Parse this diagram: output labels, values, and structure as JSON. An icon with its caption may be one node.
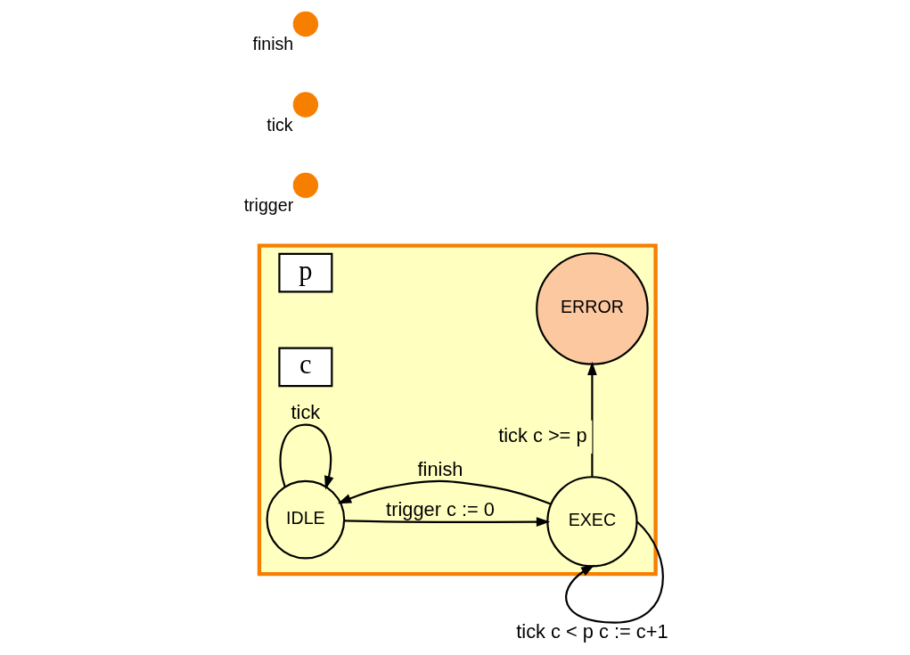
{
  "diagram": {
    "nodes": [
      {
        "text": [],
        "shape": "box"
      },
      {
        "text": [
          "p"
        ],
        "in": 0
      },
      {
        "text": [
          "c"
        ],
        "in": 0
      },
      {
        "text": [
          "ERROR"
        ],
        "in": 0
      },
      {
        "text": [
          "IDLE"
        ],
        "in": 0
      },
      {
        "text": [
          "EXEC"
        ],
        "in": 0
      },
      {
        "text": [],
        "shape": "circle",
        "beside": [
          "trigger"
        ]
      },
      {
        "text": [],
        "shape": "circle",
        "beside": [
          "tick"
        ]
      },
      {
        "text": [],
        "shape": "circle",
        "beside": [
          "finish"
        ]
      }
    ],
    "edges": [
      {
        "from": 4,
        "to": 4,
        "arrow": "to",
        "label": "tick"
      },
      {
        "from": 5,
        "to": 4,
        "arrow": "to",
        "label": "finish"
      },
      {
        "from": 4,
        "to": 5,
        "arrow": "to",
        "label": "trigger c := 0"
      },
      {
        "from": 5,
        "to": 5,
        "arrow": "to",
        "label": "tick c < p c := c+1"
      },
      {
        "from": 5,
        "to": 3,
        "arrow": "to",
        "label": "tick c >= p"
      }
    ]
  }
}
